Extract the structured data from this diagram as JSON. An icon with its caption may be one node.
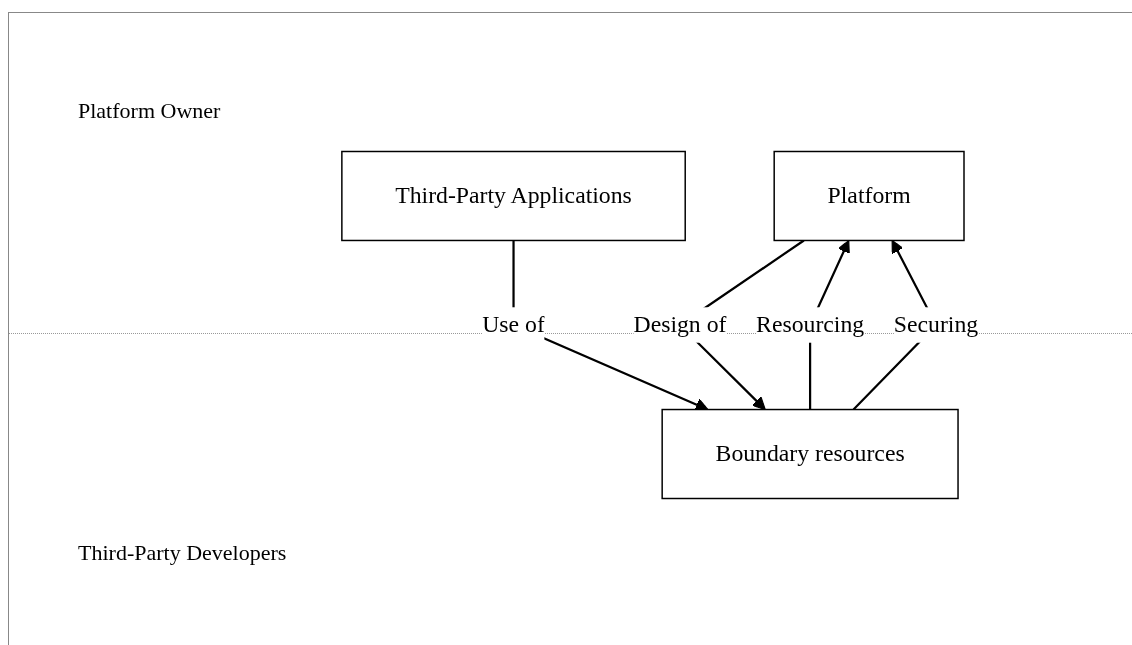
{
  "diagram": {
    "nodes": [
      {
        "text": [
          "Platform"
        ]
      },
      {
        "text": [
          "Boundary resources"
        ]
      },
      {
        "text": [
          "Third-Party Applications"
        ]
      }
    ],
    "edges": [
      {
        "from": 1,
        "to": 0,
        "arrow": "to",
        "label": "Resourcing"
      },
      {
        "from": 0,
        "to": 1,
        "arrow": "to",
        "label": "Design of"
      },
      {
        "from": 1,
        "to": 0,
        "arrow": "to",
        "label": "Securing"
      },
      {
        "from": 2,
        "to": 1,
        "arrow": "to",
        "label": "Use of"
      }
    ],
    "labels": [
      "Platform Owner",
      "Third-Party Developers"
    ]
  }
}
